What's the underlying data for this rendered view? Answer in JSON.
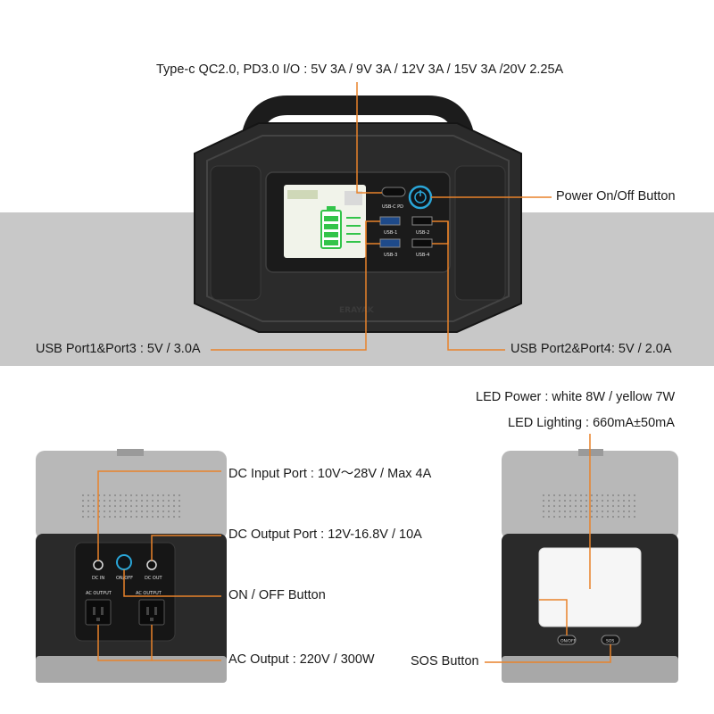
{
  "callouts": {
    "typec": "Type-c QC2.0, PD3.0 I/O :  5V 3A / 9V 3A / 12V 3A / 15V 3A /20V 2.25A",
    "power_button": "Power On/Off Button",
    "usb13": "USB  Port1&Port3 : 5V / 3.0A",
    "usb24": "USB  Port2&Port4: 5V / 2.0A",
    "led_power": "LED Power : white 8W / yellow 7W",
    "led_lighting": "LED Lighting : 660mA±50mA",
    "dc_input": "DC Input Port : 10V〜28V / Max 4A",
    "dc_output": "DC Output Port : 12V-16.8V / 10A",
    "onoff": "ON / OFF Button",
    "ac_output": "AC Output : 220V / 300W",
    "sos": "SOS Button"
  },
  "device_front": {
    "usbc_label": "USB-C PD",
    "usb1": "USB-1",
    "usb2": "USB-2",
    "usb3": "USB-3",
    "usb4": "USB-4",
    "brand": "ERAYAK"
  },
  "device_side": {
    "dc_in": "DC IN",
    "on_off": "ON/OFF",
    "dc_out": "DC OUT",
    "ac_output_left": "AC OUTPUT",
    "ac_output_right": "AC OUTPUT"
  },
  "device_right": {
    "on_off": "ON/OFF",
    "sos": "SOS"
  },
  "colors": {
    "callout_line": "#e8822a",
    "device_body": "#2b2b2b",
    "screen_green": "#33c44a",
    "button_ring": "#2aa6d8"
  }
}
